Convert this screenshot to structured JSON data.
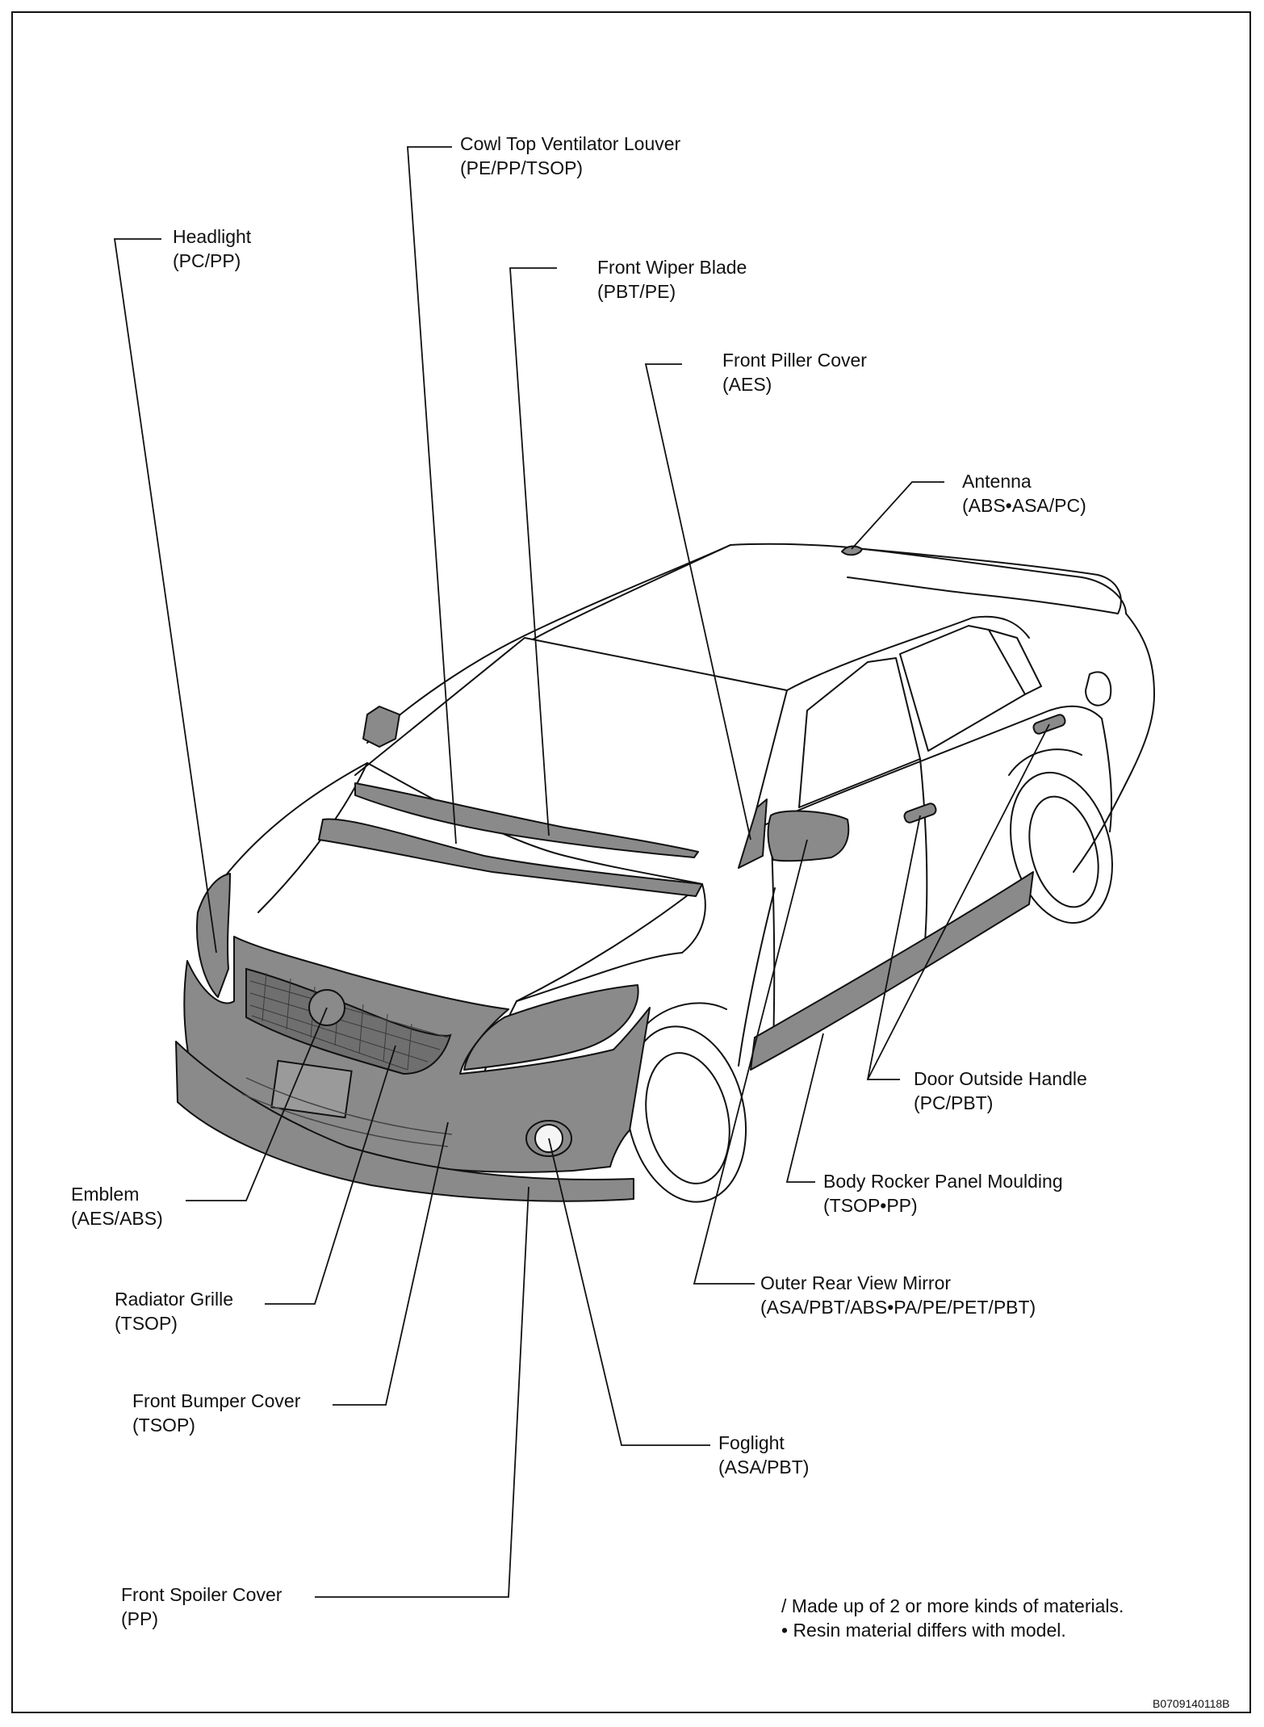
{
  "callouts": [
    {
      "id": "cowl",
      "name": "Cowl Top Ventilator Louver",
      "material": "(PE/PP/TSOP)"
    },
    {
      "id": "headlight",
      "name": "Headlight",
      "material": "(PC/PP)"
    },
    {
      "id": "wiper",
      "name": "Front Wiper Blade",
      "material": "(PBT/PE)"
    },
    {
      "id": "pillar",
      "name": "Front Piller Cover",
      "material": "(AES)"
    },
    {
      "id": "antenna",
      "name": "Antenna",
      "material": "(ABS•ASA/PC)"
    },
    {
      "id": "door-handle",
      "name": "Door Outside Handle",
      "material": "(PC/PBT)"
    },
    {
      "id": "rocker",
      "name": "Body Rocker Panel Moulding",
      "material": "(TSOP•PP)"
    },
    {
      "id": "mirror",
      "name": "Outer Rear View Mirror",
      "material": "(ASA/PBT/ABS•PA/PE/PET/PBT)"
    },
    {
      "id": "emblem",
      "name": "Emblem",
      "material": "(AES/ABS)"
    },
    {
      "id": "grille",
      "name": "Radiator Grille",
      "material": "(TSOP)"
    },
    {
      "id": "bumper",
      "name": "Front Bumper Cover",
      "material": "(TSOP)"
    },
    {
      "id": "foglight",
      "name": "Foglight",
      "material": "(ASA/PBT)"
    },
    {
      "id": "spoiler",
      "name": "Front Spoiler Cover",
      "material": "(PP)"
    }
  ],
  "notes": {
    "line1": "/ Made up of 2 or more kinds of materials.",
    "line2": "• Resin material differs with model."
  },
  "figure_code": "B0709140118B",
  "colors": {
    "part_fill": "#8a8a8a",
    "line": "#111111"
  }
}
